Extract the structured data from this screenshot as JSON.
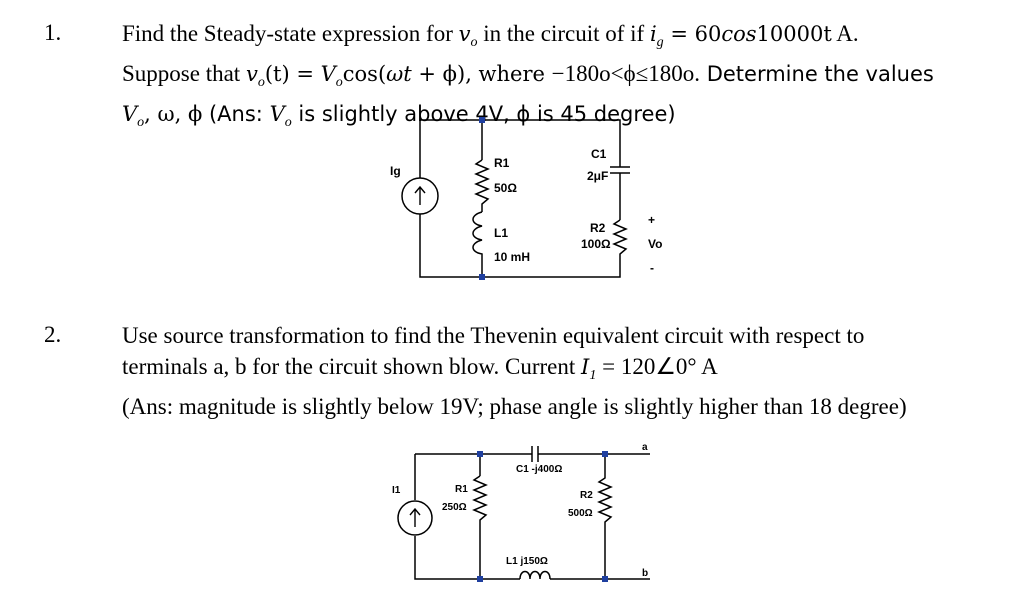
{
  "problem1": {
    "number": "1.",
    "l1_pre": "Find the Steady-state expression for ",
    "l1_vo_v": "v",
    "l1_vo_sub": "o",
    "l1_mid": " in the circuit of if ",
    "l1_ig_i": "i",
    "l1_ig_sub": "g",
    "l1_eq": " = 60",
    "l1_cos": "cos",
    "l1_num": "10000t",
    "l1_end": " A.",
    "l2_pre": "Suppose that ",
    "l2_v": "v",
    "l2_v_sub": "o",
    "l2_eq1": "(t) = ",
    "l2_V": "V",
    "l2_V_sub": "o",
    "l2_eq2": "cos(",
    "l2_wt": "ωt",
    "l2_eq3": " + ϕ), where ",
    "l2_range": "−180o<ϕ≤180o.",
    "l2_end": " Determine the values",
    "l3_Vo": "V",
    "l3_Vo_sub": "o",
    "l3_rest": ", ω, ϕ",
    "l3_ans1": "  (Ans: ",
    "l3_ansV": "V",
    "l3_ansV_sub": "o",
    "l3_ans2": " is slightly above 4V, ϕ is 45 degree)",
    "circuit": {
      "source": "Ig",
      "r1_name": "R1",
      "r1_value": "50Ω",
      "l1_name": "L1",
      "l1_value": "10 mH",
      "c1_name": "C1",
      "c1_value": "2μF",
      "r2_name": "R2",
      "r2_value": "100Ω",
      "plus": "+",
      "vo": "Vo",
      "minus": "-"
    }
  },
  "problem2": {
    "number": "2.",
    "line1": "Use source transformation to find the Thevenin equivalent circuit with respect to",
    "line2_pre": "terminals a, b for the circuit shown blow. Current ",
    "line2_I": "I",
    "line2_I_sub": "1",
    "line2_val": " = 120∠0° A",
    "line3": "(Ans: magnitude is slightly below 19V; phase angle is slightly higher than 18 degree)",
    "circuit": {
      "source": "I1",
      "r1_name": "R1",
      "r1_value": "250Ω",
      "c1_label": "C1  -j400Ω",
      "r2_name": "R2",
      "r2_value": "500Ω",
      "l1_label": "L1  j150Ω",
      "term_a": "a",
      "term_b": "b"
    }
  }
}
